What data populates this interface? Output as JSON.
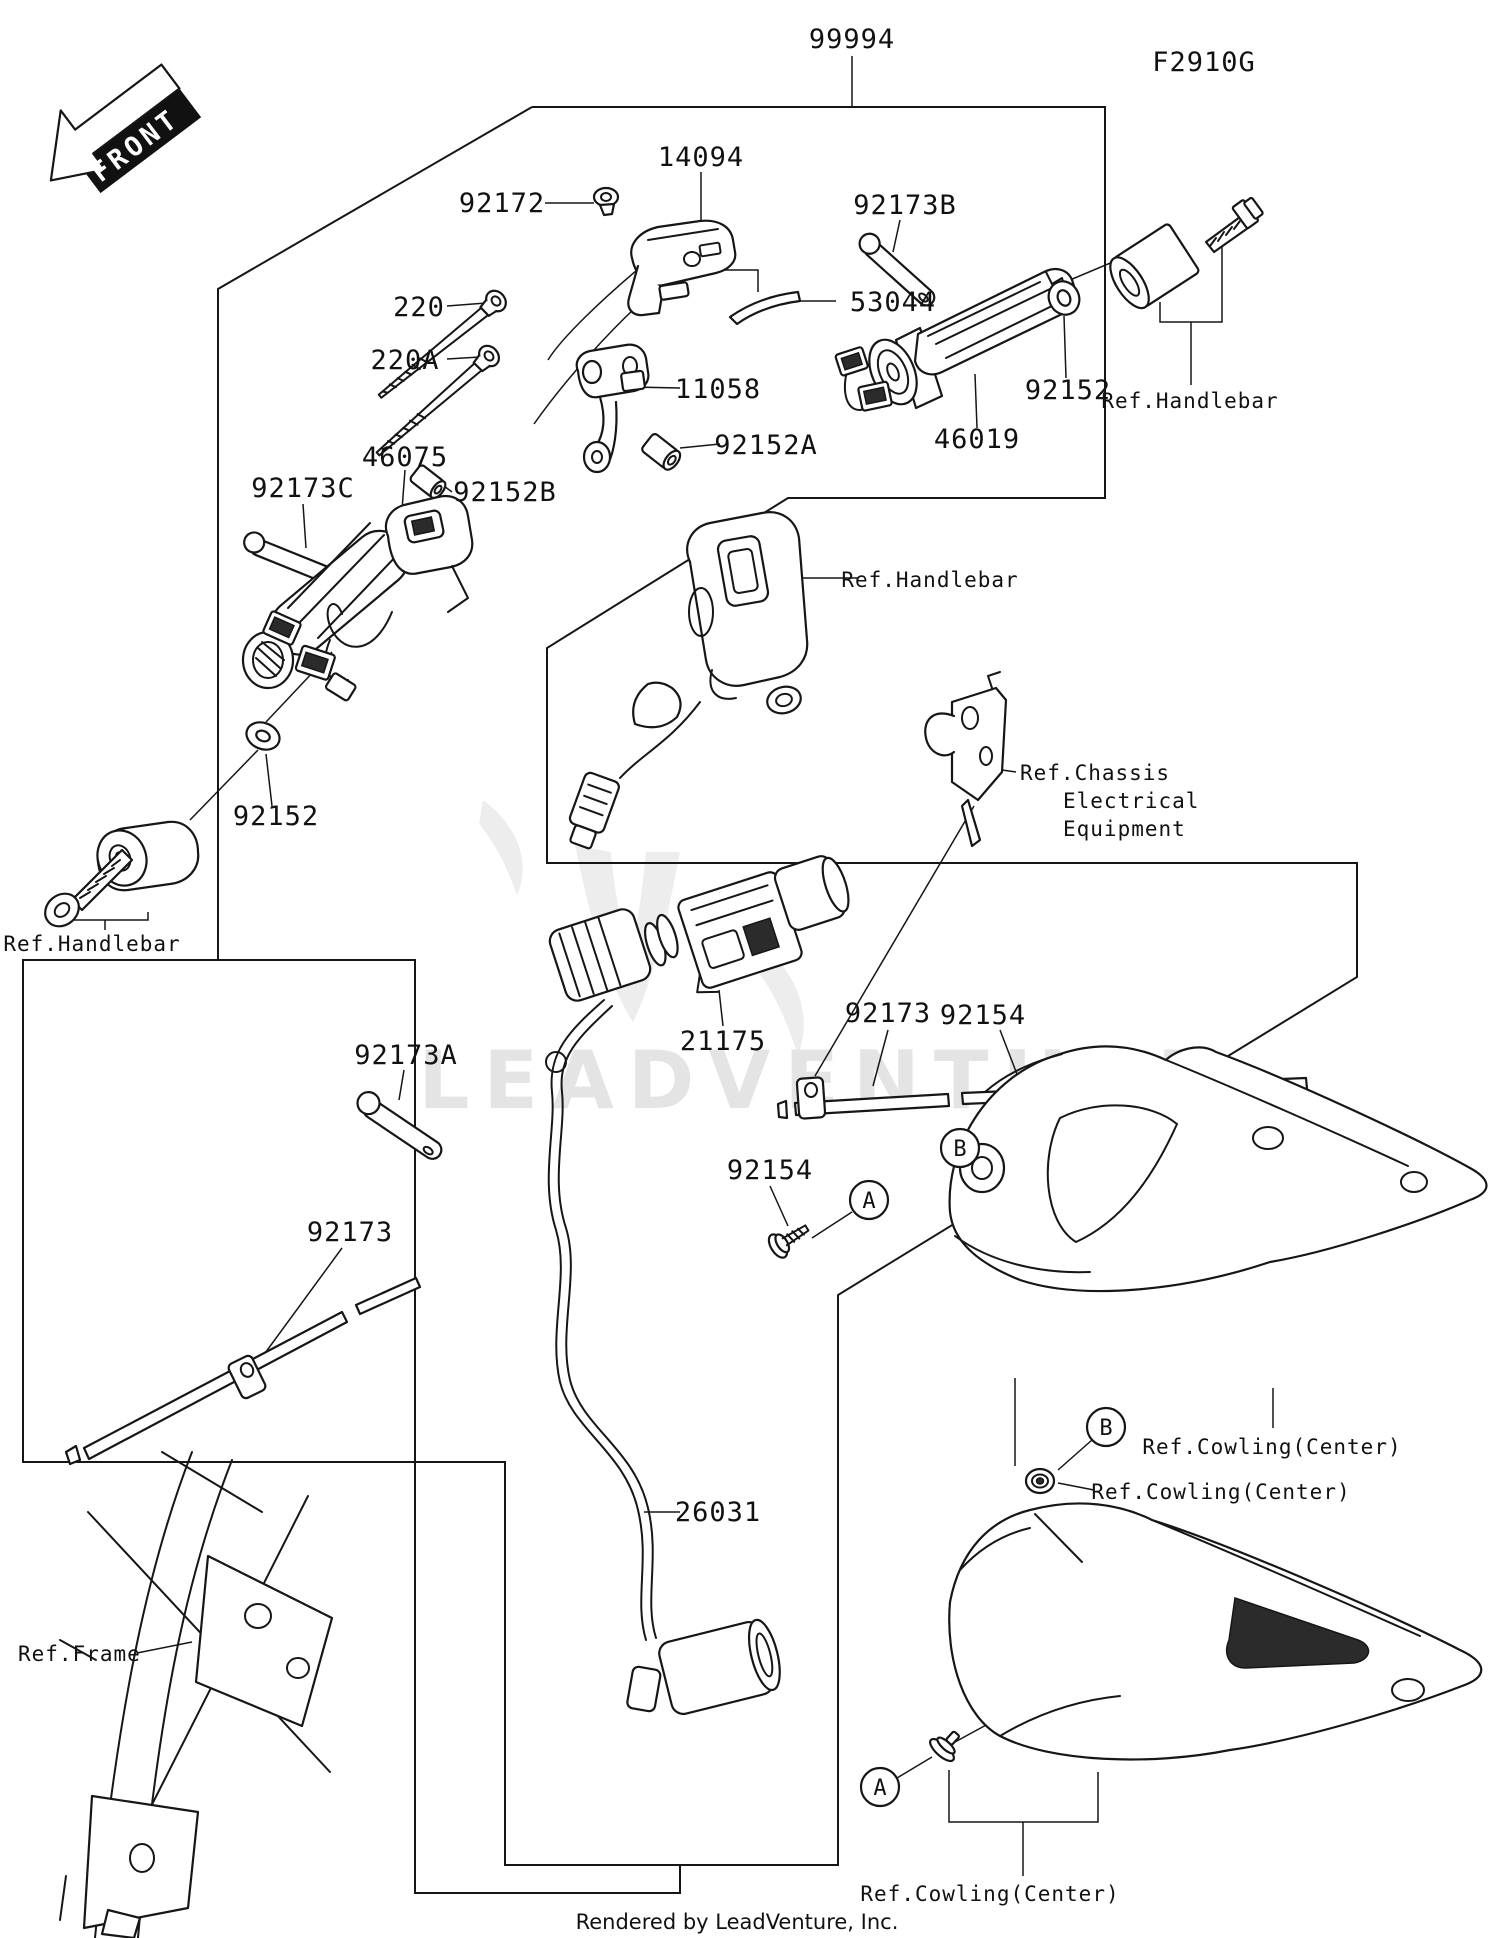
{
  "diagram": {
    "figure_code": "F2910G",
    "front_marker": "FRONT",
    "watermark_text": "LEADVENTURE",
    "footer_text": "Rendered by LeadVenture, Inc.",
    "callouts": {
      "a": "A",
      "b": "B"
    },
    "parts": {
      "kit": "99994",
      "p14094": "14094",
      "p92172": "92172",
      "p92173b": "92173B",
      "p53044": "53044",
      "p220": "220",
      "p220a": "220A",
      "p11058": "11058",
      "p92152a": "92152A",
      "p92152b": "92152B",
      "p46075": "46075",
      "p92173c": "92173C",
      "p46019": "46019",
      "p92152_right": "92152",
      "p92152_left": "92152",
      "p21175": "21175",
      "p92173_right": "92173",
      "p92154_right": "92154",
      "p92154_left": "92154",
      "p92173a": "92173A",
      "p92173_bottom": "92173",
      "p26031": "26031"
    },
    "refs": {
      "handlebar_top": "Ref.Handlebar",
      "handlebar_mid": "Ref.Handlebar",
      "handlebar_bottom": "Ref.Handlebar",
      "chassis_1": "Ref.Chassis",
      "chassis_2": "Electrical",
      "chassis_3": "Equipment",
      "frame": "Ref.Frame",
      "cowling_top": "Ref.Cowling(Center)",
      "cowling_mid": "Ref.Cowling(Center)",
      "cowling_bottom": "Ref.Cowling(Center)"
    }
  }
}
